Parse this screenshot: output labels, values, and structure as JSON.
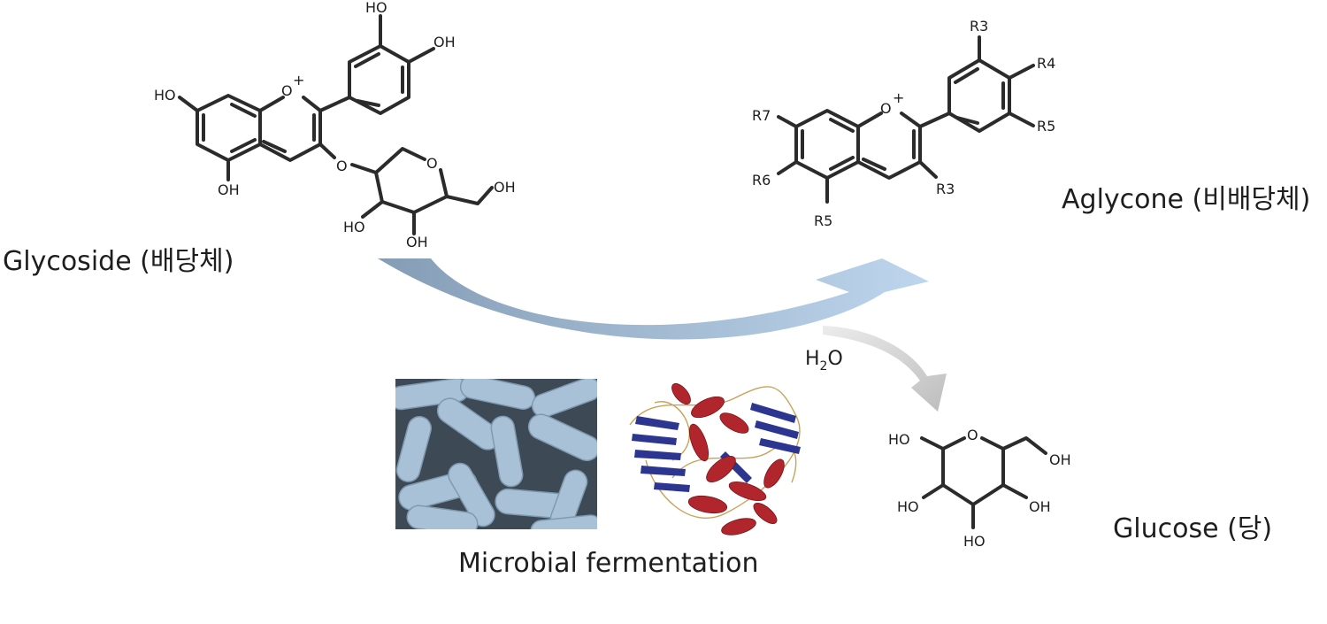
{
  "labels": {
    "glycoside": "Glycoside (배당체)",
    "aglycone": "Aglycone (비배당체)",
    "glucose": "Glucose (당)",
    "fermentation": "Microbial fermentation",
    "water_h": "H",
    "water_sub": "2",
    "water_o": "O"
  },
  "atoms": {
    "ho": "HO",
    "oh": "OH",
    "o": "O",
    "plus": "+",
    "r3": "R3",
    "r4": "R4",
    "r5": "R5",
    "r6": "R6",
    "r7": "R7"
  },
  "colors": {
    "main_arrow_start": "#7e97b1",
    "main_arrow_end": "#bad4ec",
    "side_arrow": "#c4c4c4",
    "bond": "#2b2b2b",
    "microbe_bg": "#3d4a55",
    "microbe_cell": "#a9c1d6",
    "protein_helix": "#b0262c",
    "protein_sheet": "#2c3590"
  }
}
